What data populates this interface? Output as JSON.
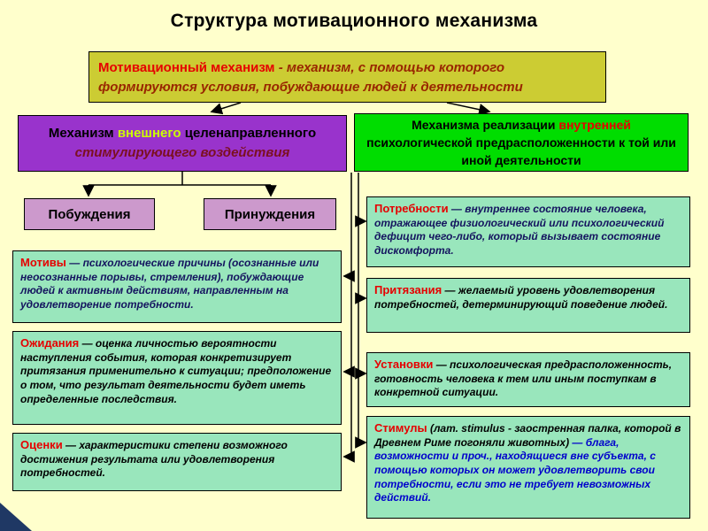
{
  "slide": {
    "title": "Структура мотивационного механизма",
    "definition_box": {
      "term": "Мотивационный механизм",
      "text": " - механизм, с помощью которого формируются условия, побуждающие людей к деятельности"
    },
    "external_box": {
      "pre": "Механизм ",
      "highlight": "внешнего",
      "post": " целенаправленного",
      "line2": "стимулирующего воздействия"
    },
    "internal_box": {
      "pre": "Механизма реализации ",
      "highlight": "внутренней",
      "post": " психологической предрасположенности к той или иной деятельности"
    },
    "impulse_box": "Побуждения",
    "coercion_box": "Принуждения",
    "left_items": [
      {
        "term": "Мотивы",
        "text": " —  психологические причины (осознанные или неосознанные порывы, стремления), побуждающие людей к активным действиям, направленным на удовлетворение потребности."
      },
      {
        "term": "Ожидания",
        "text": " — оценка личностью вероятности наступления события, которая конкретизирует притязания применительно к ситуации; предположение о том, что результат деятельности будет иметь определенные последствия."
      },
      {
        "term": "Оценки",
        "text": " —  характеристики степени возможного достижения результата или удовлетворения потребностей."
      }
    ],
    "right_items": [
      {
        "term": "Потребности",
        "text": " — внутреннее состояние человека, отражающее физиологический или психологический дефицит чего-либо, который вызывает состояние дискомфорта."
      },
      {
        "term": "Притязания",
        "text": " — желаемый уровень удовлетворения потребностей, детерминирующий поведение людей."
      },
      {
        "term": "Установки",
        "text": " — психологическая предрасположенность, готовность человека к тем или иным поступкам в конкретной ситуации."
      },
      {
        "term": "Стимулы",
        "note": " (лат. stimulus - заостренная палка, которой в Древнем Риме погоняли животных)",
        "text": " —  блага, возможности и проч., находящиеся вне субъекта, с помощью которых он может удовлетворить свои потребности, если это не требует невозможных действий."
      }
    ],
    "colors": {
      "background": "#FFFFCC",
      "definition_bg": "#CCCC33",
      "external_bg": "#9933CC",
      "internal_bg": "#00DD00",
      "sub_bg": "#CC99CC",
      "item_bg": "#99E6BC",
      "term_red": "#E60000",
      "definition_text": "#992600",
      "external_highlight": "#CCFF00",
      "navy_text": "#14145F",
      "blue_text": "#0000CC",
      "corner_decoration": "#1F3864"
    }
  }
}
